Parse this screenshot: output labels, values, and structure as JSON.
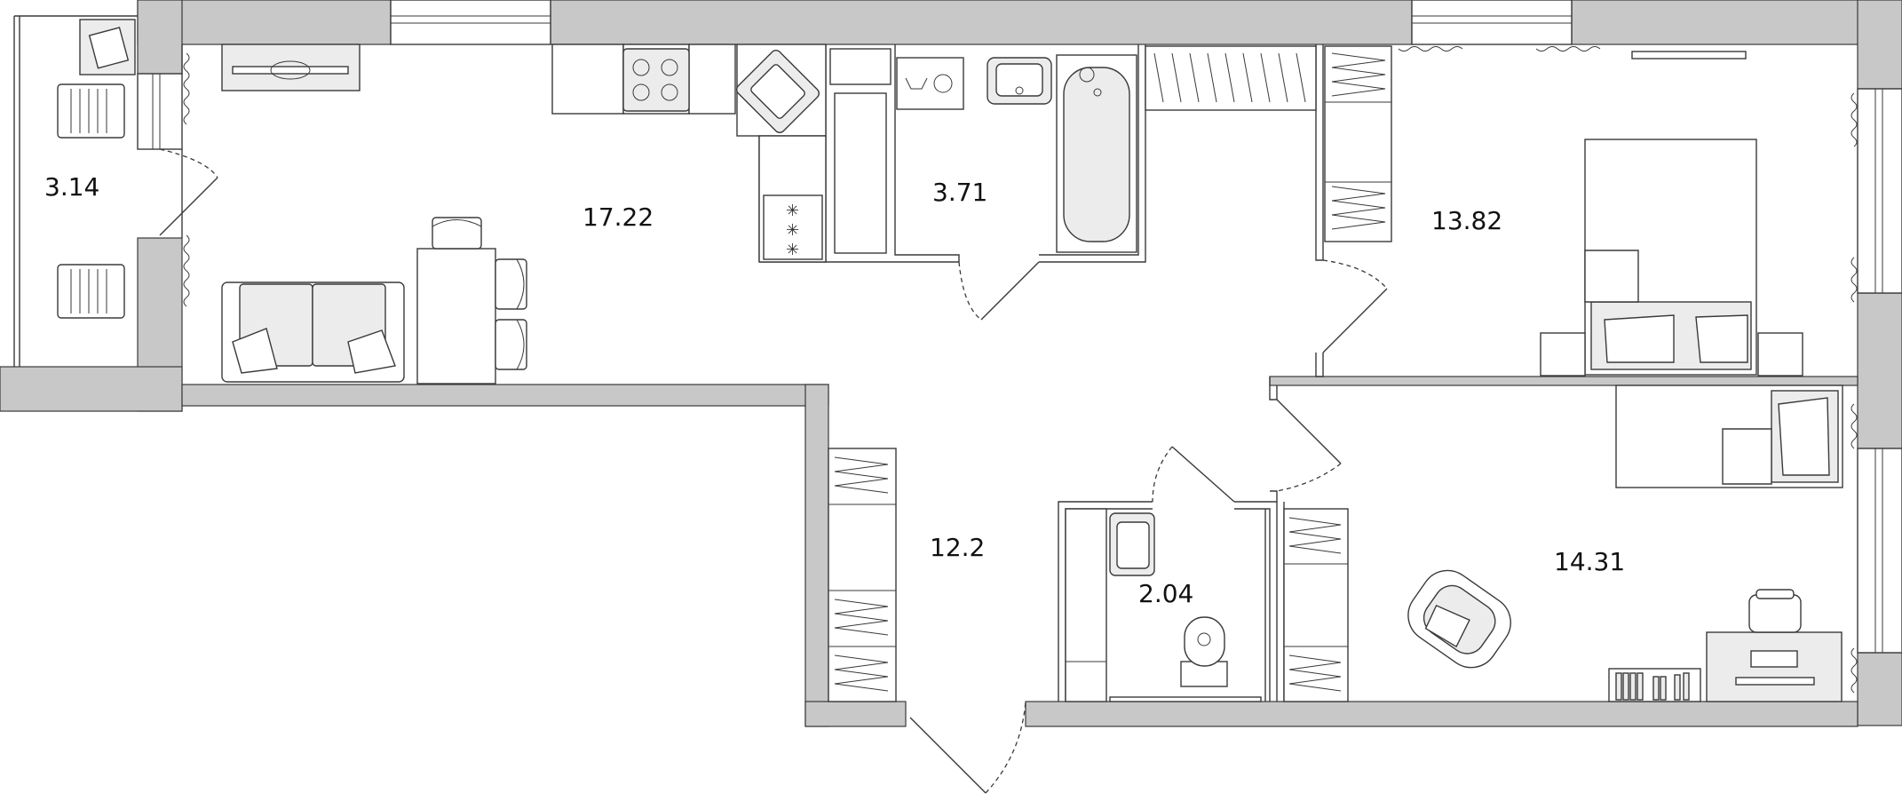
{
  "rooms": [
    {
      "id": "balcony",
      "area": "3.14"
    },
    {
      "id": "kitchen-living",
      "area": "17.22"
    },
    {
      "id": "bathroom",
      "area": "3.71"
    },
    {
      "id": "bedroom-1",
      "area": "13.82"
    },
    {
      "id": "hallway",
      "area": "12.2"
    },
    {
      "id": "toilet",
      "area": "2.04"
    },
    {
      "id": "bedroom-2",
      "area": "14.31"
    }
  ],
  "colors": {
    "wall_fill": "#c8c8c8",
    "line": "#3a3a3a",
    "furniture_fill": "#ffffff",
    "fixture_fill": "#ececec",
    "background": "#ffffff"
  },
  "icons": [
    "sofa-icon",
    "dining-table-icon",
    "chair-icon",
    "stove-icon",
    "sink-icon",
    "bathtub-icon",
    "washing-machine-icon",
    "toilet-icon",
    "bed-icon",
    "armchair-icon",
    "desk-icon",
    "tv-icon",
    "wardrobe-icon",
    "bookshelf-icon",
    "deck-chair-icon",
    "radiator-icon"
  ]
}
